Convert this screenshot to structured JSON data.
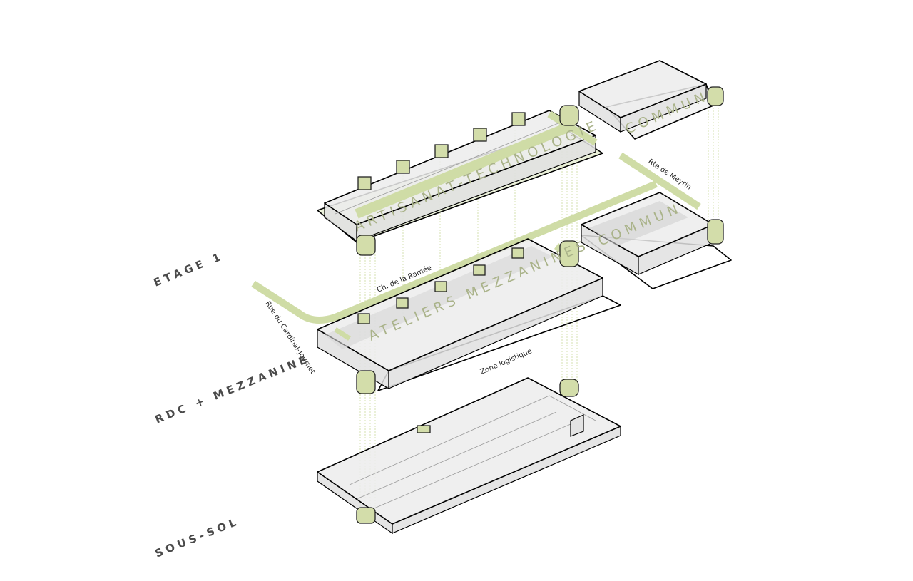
{
  "levels": {
    "etage1": "ETAGE 1",
    "rdc": "RDC + MEZZANINE",
    "soussol": "SOUS-SOL"
  },
  "buildings": {
    "artisanat": "ARTISANAT-TECHNOLOGIE",
    "ateliers": "ATELIERS MEZZANINES",
    "commun_top": "COMMUN",
    "commun_lower": "COMMUN"
  },
  "roads": {
    "ramee": "Ch. de la Ramée",
    "cardinal": "Rue du Cardinal-Journet",
    "meyrin": "Rte de Meyrin",
    "logistique": "Zone logistique"
  },
  "colors": {
    "accent_green": "#cfdca6",
    "label_green": "#aab38a",
    "outline": "#000000"
  }
}
